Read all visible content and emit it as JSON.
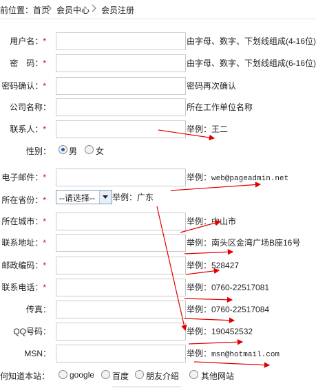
{
  "breadcrumb": {
    "prefix": "前位置：首页",
    "item2": "会员中心",
    "item3": "会员注册"
  },
  "fields": [
    {
      "label": "用户名：",
      "required": true,
      "hint": "由字母、数字、下划线组成(4-16位)"
    },
    {
      "label": "密　码：",
      "required": true,
      "hint": "由字母、数字、下划线组成(6-16位)"
    },
    {
      "label": "密码确认：",
      "required": true,
      "hint": "密码再次确认"
    },
    {
      "label": "公司名称：",
      "required": false,
      "hint": "所在工作单位名称"
    },
    {
      "label": "联系人：",
      "required": true,
      "hint": "举例：王二"
    }
  ],
  "gender": {
    "label": "性别：",
    "options": [
      "男",
      "女"
    ],
    "selected": "男"
  },
  "email": {
    "label": "电子邮件：",
    "required": true,
    "hint_prefix": "举例：",
    "hint_value": "web@pageadmin.net"
  },
  "province": {
    "label": "所在省份：",
    "required": true,
    "select_value": "--请选择--",
    "hint": "举例：广东"
  },
  "fields2": [
    {
      "label": "所在城市：",
      "required": true,
      "hint": "举例：中山市"
    },
    {
      "label": "联系地址：",
      "required": true,
      "hint": "举例：南头区金湾广场B座16号"
    },
    {
      "label": "邮政编码：",
      "required": true,
      "hint": "举例：528427"
    },
    {
      "label": "联系电话：",
      "required": true,
      "hint": "举例：0760-22517081"
    },
    {
      "label": "传真：",
      "required": false,
      "hint": "举例：0760-22517084"
    },
    {
      "label": "QQ号码：",
      "required": false,
      "hint": "举例：190452532"
    }
  ],
  "msn": {
    "label": "MSN：",
    "hint_prefix": "举例：",
    "hint_value": "msn@hotmail.com"
  },
  "source": {
    "label": "何知道本站：",
    "options": [
      "google",
      "百度",
      "朋友介绍",
      "其他网站"
    ]
  },
  "required_mark": "*",
  "colors": {
    "required": "#d00000",
    "annotation": "#e00000",
    "radio_selected": "#1a5fb4"
  }
}
